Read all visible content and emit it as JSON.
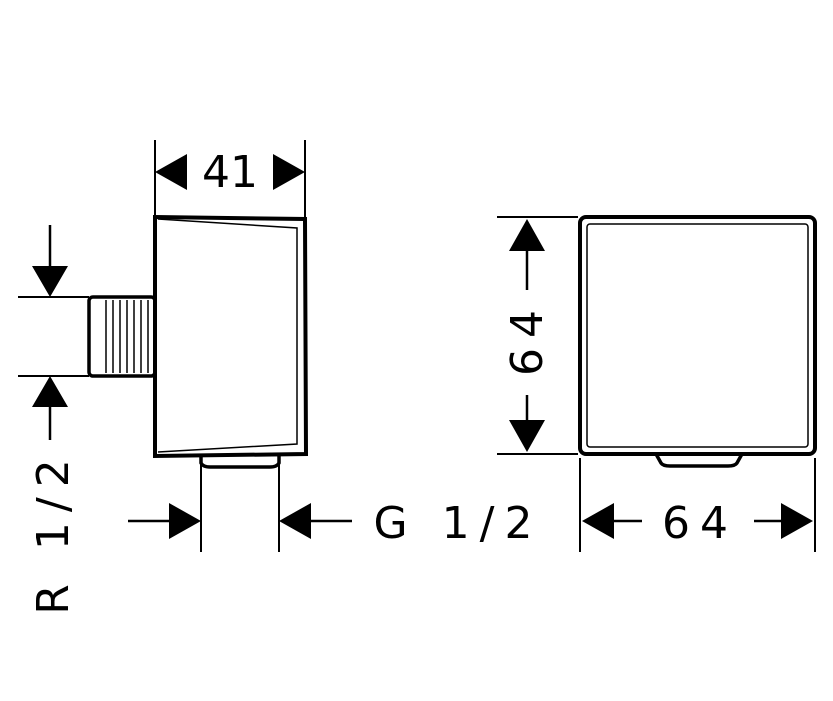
{
  "dimensions": {
    "side_width": "41",
    "front_height": "64",
    "front_width": "64",
    "outlet_thread": "G 1/2",
    "inlet_thread": "R 1/2"
  },
  "colors": {
    "line": "#000000",
    "background": "#ffffff"
  }
}
